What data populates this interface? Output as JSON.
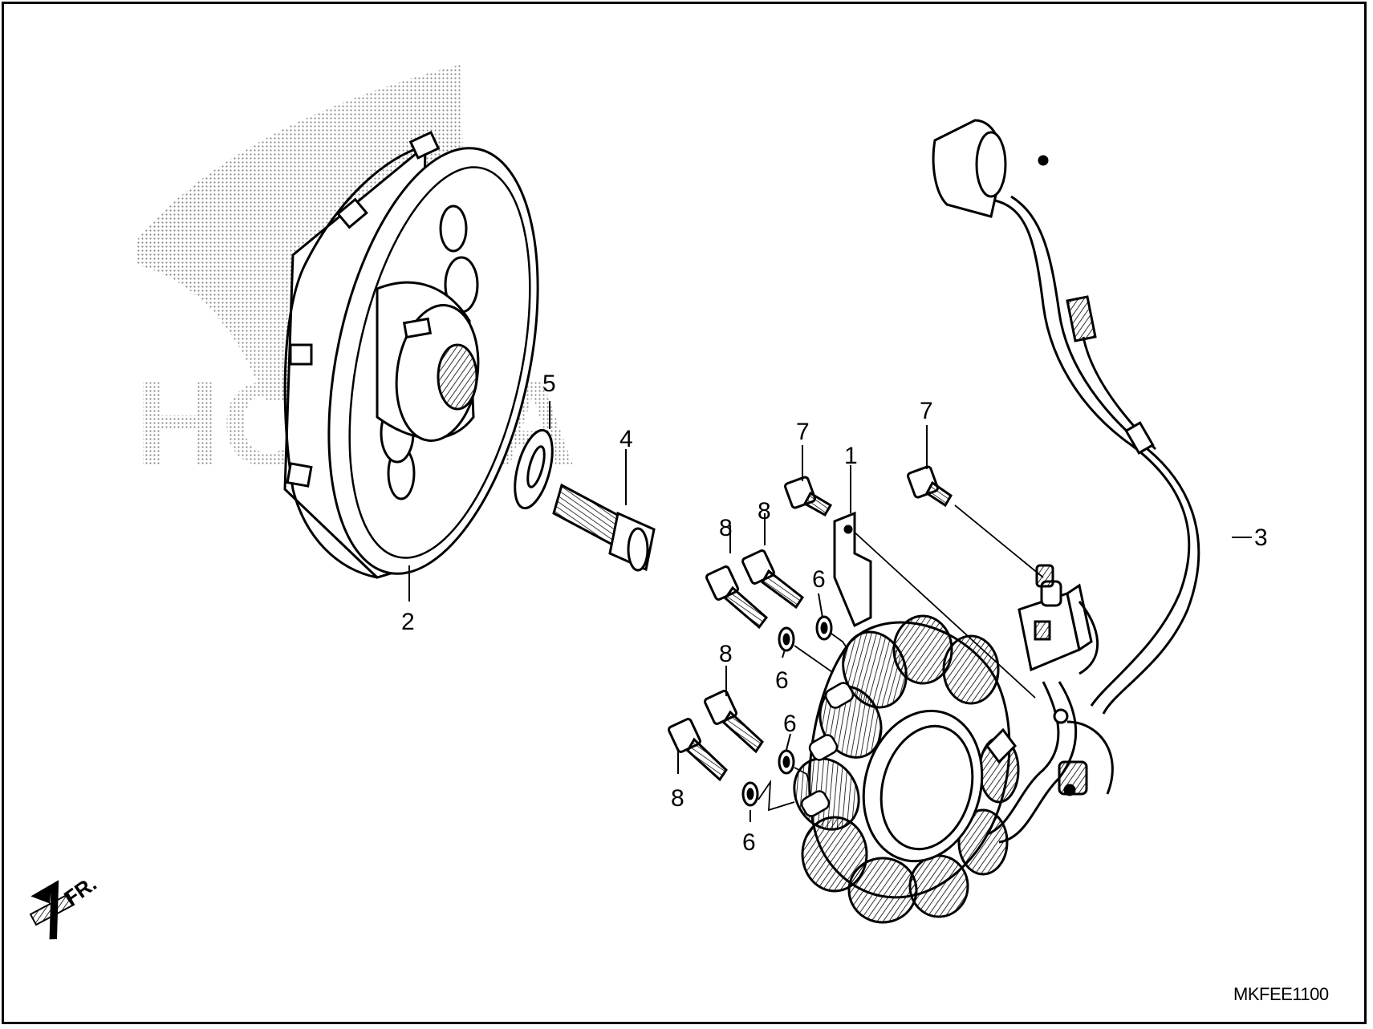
{
  "diagram": {
    "watermark": "HONDA",
    "diagram_code": "MKFEE1100",
    "direction_label": "FR.",
    "callouts": [
      {
        "id": "stator",
        "label": "1"
      },
      {
        "id": "flywheel",
        "label": "2"
      },
      {
        "id": "pulse-generator-harness",
        "label": "3"
      },
      {
        "id": "flywheel-bolt",
        "label": "4"
      },
      {
        "id": "flywheel-washer",
        "label": "5"
      },
      {
        "id": "grommet-a",
        "label": "6"
      },
      {
        "id": "grommet-b",
        "label": "6"
      },
      {
        "id": "grommet-c",
        "label": "6"
      },
      {
        "id": "grommet-d",
        "label": "6"
      },
      {
        "id": "bolt-7-a",
        "label": "7"
      },
      {
        "id": "bolt-7-b",
        "label": "7"
      },
      {
        "id": "bolt-8-a",
        "label": "8"
      },
      {
        "id": "bolt-8-b",
        "label": "8"
      },
      {
        "id": "bolt-8-c",
        "label": "8"
      },
      {
        "id": "bolt-8-d",
        "label": "8"
      }
    ],
    "colors": {
      "line": "#000000",
      "background": "#ffffff",
      "watermark": "#9a9a9a"
    }
  }
}
